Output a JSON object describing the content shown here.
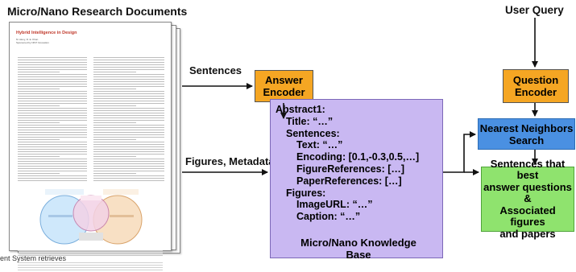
{
  "documents": {
    "heading": "Micro/Nano Research Documents",
    "paper": {
      "title": "Hybrid Intelligence in Design",
      "authors": "M. Alexy, D. E. Khan\nSponsored by NIST Innovation"
    }
  },
  "edges": {
    "sentences": "Sentences",
    "figures_metadata": "Figures, Metadata"
  },
  "nodes": {
    "answer_encoder": "Answer\nEncoder",
    "user_query": "User Query",
    "question_encoder": "Question\nEncoder",
    "nearest_neighbors": "Nearest Neighbors\nSearch",
    "results": "Sentences that best\nanswer questions\n&\nAssociated figures\nand papers"
  },
  "knowledge_base": {
    "label": "Micro/Nano Knowledge\nBase",
    "lines": [
      {
        "indent": 0,
        "text": "Abstract1:"
      },
      {
        "indent": 1,
        "text": "Title: “…”"
      },
      {
        "indent": 1,
        "text": "Sentences:"
      },
      {
        "indent": 2,
        "text": "Text: “…”"
      },
      {
        "indent": 2,
        "text": "Encoding: [0.1,-0.3,0.5,…]"
      },
      {
        "indent": 2,
        "text": "FigureReferences: […]"
      },
      {
        "indent": 2,
        "text": "PaperReferences: […]"
      },
      {
        "indent": 1,
        "text": "Figures:"
      },
      {
        "indent": 2,
        "text": "ImageURL: “…”"
      },
      {
        "indent": 2,
        "text": "Caption: “…”"
      }
    ]
  },
  "footer_text": "ent System retrieves",
  "colors": {
    "encoder": "#f5a623",
    "search": "#4a90e2",
    "results": "#8fe36e",
    "knowledge_base": "#c9b8f2"
  }
}
